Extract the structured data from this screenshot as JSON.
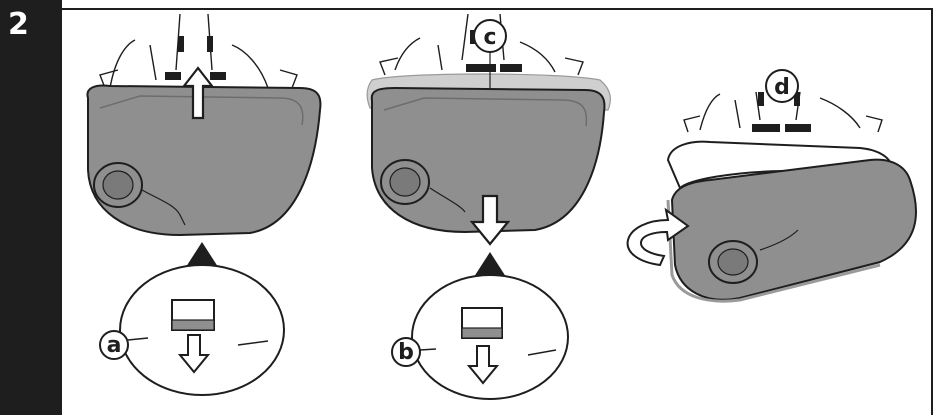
{
  "step": {
    "number": "2"
  },
  "callouts": {
    "a": "a",
    "b": "b",
    "c": "c",
    "d": "d"
  },
  "colors": {
    "tray_fill": "#8f8f8f",
    "tray_rim": "#cfcfcf",
    "line": "#1e1e1e",
    "panel": "#1e1e1e"
  },
  "icons": [
    "up-arrow-icon",
    "down-arrow-icon",
    "rotate-arrow-icon",
    "release-button-icon"
  ]
}
